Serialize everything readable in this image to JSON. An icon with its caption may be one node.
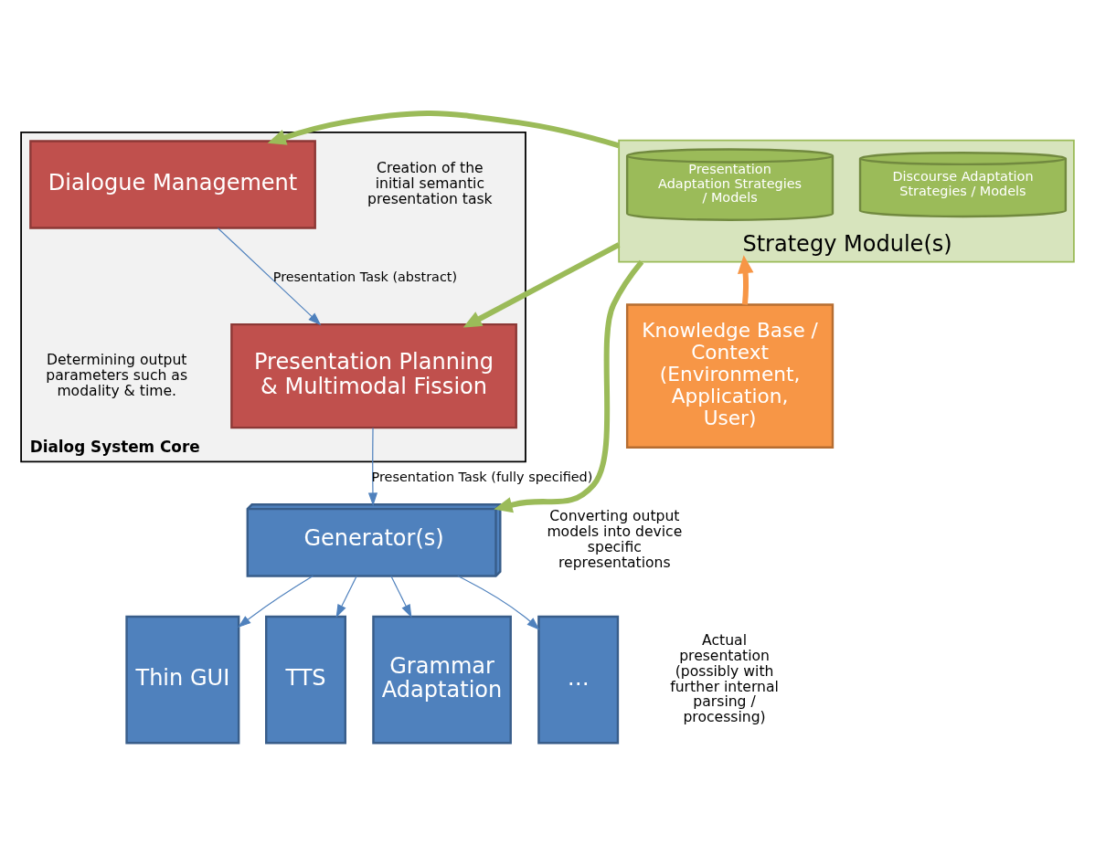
{
  "diagram": {
    "nodes": [
      {
        "text": [
          "Dialog System Core"
        ]
      },
      {
        "text": [
          "Dialogue Management"
        ],
        "in": 0,
        "beside": [
          "Creation of the initial semantic presentation task"
        ]
      },
      {
        "text": [
          "Presentation Planning & Multimodal Fission"
        ],
        "in": 0,
        "beside": [
          "Determining output parameters such as modality & time."
        ]
      },
      {
        "text": [
          "Generator(s)"
        ],
        "beside": [
          "Converting output models into device specific representations"
        ]
      },
      {
        "text": [
          "Thin GUI"
        ]
      },
      {
        "text": [
          "TTS"
        ]
      },
      {
        "text": [
          "Grammar Adaptation"
        ]
      },
      {
        "text": [
          "…"
        ]
      },
      {
        "text": [
          "Strategy Module(s)"
        ]
      },
      {
        "text": [
          "Discourse Adaptation Strategies / Models"
        ],
        "in": 8
      },
      {
        "text": [
          "Presentation Adaptation Strategies / Models"
        ],
        "in": 8
      },
      {
        "text": [
          "Knowledge Base / Context (Environment, Application, User)"
        ]
      }
    ],
    "edges": [
      {
        "from": 1,
        "to": 2,
        "arrow": "to",
        "label": "Presentation Task (abstract)"
      },
      {
        "from": 2,
        "to": 3,
        "arrow": "to",
        "label": "Presentation Task (fully specified)"
      },
      {
        "from": 3,
        "to": 4,
        "arrow": "to"
      },
      {
        "from": 3,
        "to": 5,
        "arrow": "to"
      },
      {
        "from": 3,
        "to": 6,
        "arrow": "to"
      },
      {
        "from": 3,
        "to": 7,
        "arrow": "to"
      },
      {
        "from": 8,
        "to": 1,
        "arrow": "to",
        "style": "thick",
        "color": "#9bbb59"
      },
      {
        "from": 8,
        "to": 2,
        "arrow": "to",
        "style": "thick",
        "color": "#9bbb59"
      },
      {
        "from": 8,
        "to": 3,
        "arrow": "to",
        "style": "thick",
        "color": "#9bbb59"
      },
      {
        "from": 11,
        "to": 8,
        "arrow": "to",
        "style": "thick",
        "color": "#f79646"
      }
    ],
    "labels": [
      "Actual presentation (possibly with further internal parsing / processing)"
    ]
  }
}
